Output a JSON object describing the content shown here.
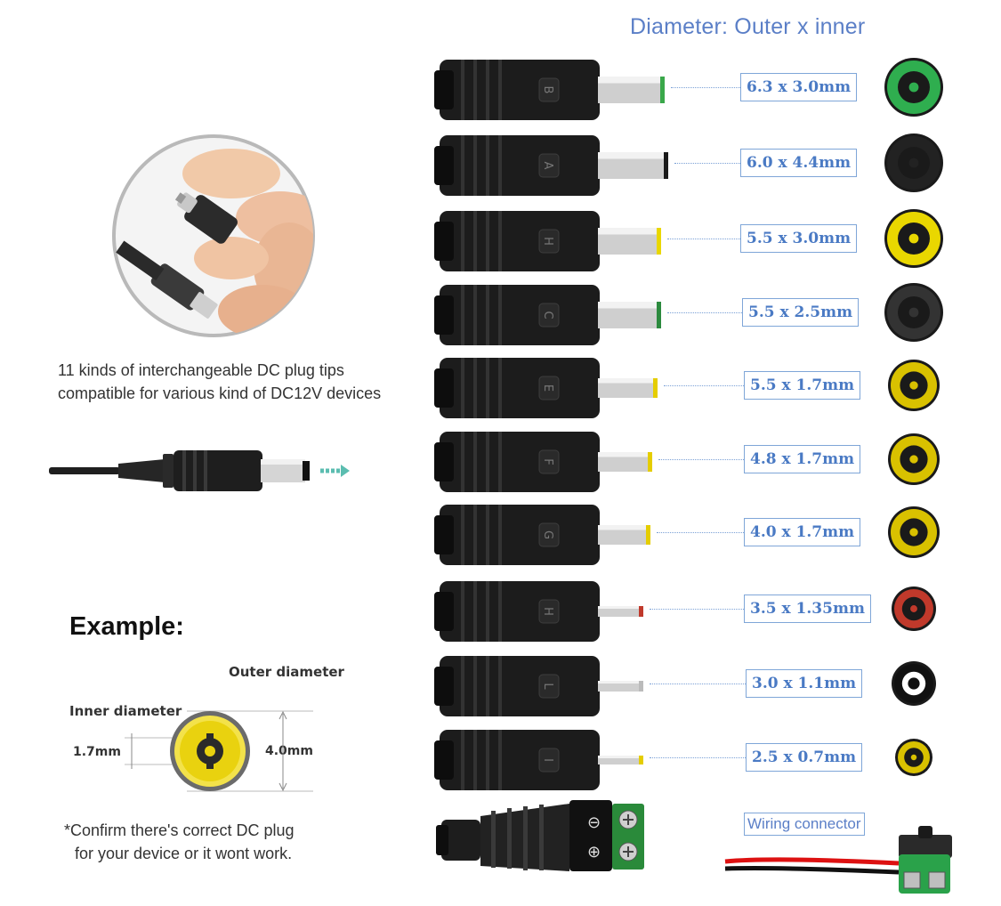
{
  "header": {
    "title": "Diameter: Outer x inner"
  },
  "intro": {
    "line1": "11 kinds of interchangeable DC plug tips",
    "line2": "compatible for various kind of DC12V devices"
  },
  "tips": [
    {
      "letter": "B",
      "size": "6.3 x 3.0mm",
      "ring": "#2fae4f",
      "center": "#1a1a1a",
      "tip": "#3aa84a"
    },
    {
      "letter": "A",
      "size": "6.0 x 4.4mm",
      "ring": "#222222",
      "center": "#111111",
      "tip": "#1a1a1a"
    },
    {
      "letter": "H",
      "size": "5.5 x 3.0mm",
      "ring": "#e9d700",
      "center": "#111111",
      "tip": "#e9d700"
    },
    {
      "letter": "C",
      "size": "5.5 x 2.5mm",
      "ring": "#333333",
      "center": "#111111",
      "tip": "#2c8a3e"
    },
    {
      "letter": "E",
      "size": "5.5 x 1.7mm",
      "ring": "#d9c100",
      "center": "#111111",
      "tip": "#e5cd00"
    },
    {
      "letter": "F",
      "size": "4.8 x 1.7mm",
      "ring": "#d9c100",
      "center": "#111111",
      "tip": "#e5cd00"
    },
    {
      "letter": "G",
      "size": "4.0 x 1.7mm",
      "ring": "#d9c100",
      "center": "#111111",
      "tip": "#e5cd00"
    },
    {
      "letter": "H",
      "size": "3.5 x 1.35mm",
      "ring": "#c0392b",
      "center": "#111111",
      "tip": "#c0392b"
    },
    {
      "letter": "L",
      "size": "3.0 x 1.1mm",
      "ring": "#111111",
      "center": "#ffffff",
      "tip": "#bbbbbb"
    },
    {
      "letter": "I",
      "size": "2.5 x 0.7mm",
      "ring": "#d9c100",
      "center": "#111111",
      "tip": "#e5cd00"
    }
  ],
  "example": {
    "title": "Example:",
    "outer_label": "Outer diameter",
    "inner_label": "Inner diameter",
    "inner_value": "1.7mm",
    "outer_value": "4.0mm"
  },
  "note": {
    "line1": "*Confirm there's correct DC plug",
    "line2": "for your device or it wont work."
  },
  "wiring": {
    "label": "Wiring connector",
    "terminal_minus": "⊖",
    "terminal_plus": "⊕"
  },
  "colors": {
    "accent": "#5b7fc7",
    "box_border": "#7fa6d8",
    "plug_body": "#1c1c1c",
    "terminal_green": "#2a8a3a",
    "arrow": "#5bbdb0"
  }
}
